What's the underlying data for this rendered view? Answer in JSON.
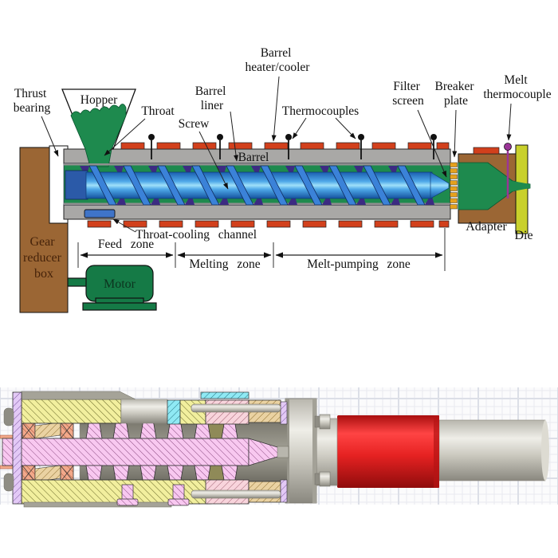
{
  "top_diagram": {
    "labels": {
      "thrust_bearing": [
        "Thrust",
        "bearing"
      ],
      "hopper": "Hopper",
      "throat": "Throat",
      "screw": "Screw",
      "barrel_liner": [
        "Barrel",
        "liner"
      ],
      "barrel_heater_cooler": [
        "Barrel",
        "heater/cooler"
      ],
      "thermocouples": "Thermocouples",
      "filter_screen": [
        "Filter",
        "screen"
      ],
      "breaker_plate": [
        "Breaker",
        "plate"
      ],
      "melt_thermocouple": [
        "Melt",
        "thermocouple"
      ],
      "barrel": "Barrel",
      "throat_cooling_channel": "Throat-cooling channel",
      "feed_zone": "Feed zone",
      "melting_zone": "Melting zone",
      "melt_pumping_zone": "Melt-pumping zone",
      "gear_reducer_box": [
        "Gear",
        "reducer",
        "box"
      ],
      "motor": "Motor",
      "adapter": "Adapter",
      "die": "Die"
    },
    "colors": {
      "barrel_gray": "#a9a8a6",
      "polymer_green": "#1e8a4e",
      "screw_blue": "#2e7ed0",
      "flight_purple": "#3c2b82",
      "heater_red": "#d2401c",
      "gearbox_brown": "#9b6634",
      "die_yellow_green": "#c9d02b",
      "breaker_orange": "#e6a11d",
      "melt_thermocouple_purple": "#9a3597",
      "motor_green": "#157a46"
    }
  },
  "bottom_diagram": {
    "colors": {
      "grid_line": "#e8eaef",
      "housing_yellow": "#f2ef9e",
      "shaft_pink": "#f8c8f0",
      "bearing_salmon": "#f2a88a",
      "spacer_tan": "#ead2a2",
      "insert_cyan": "#8fe9f4",
      "end_plate_lavender": "#e3c9f6",
      "heater_band_red": "#e62222",
      "metal_gray": "#cfcdc4"
    }
  }
}
